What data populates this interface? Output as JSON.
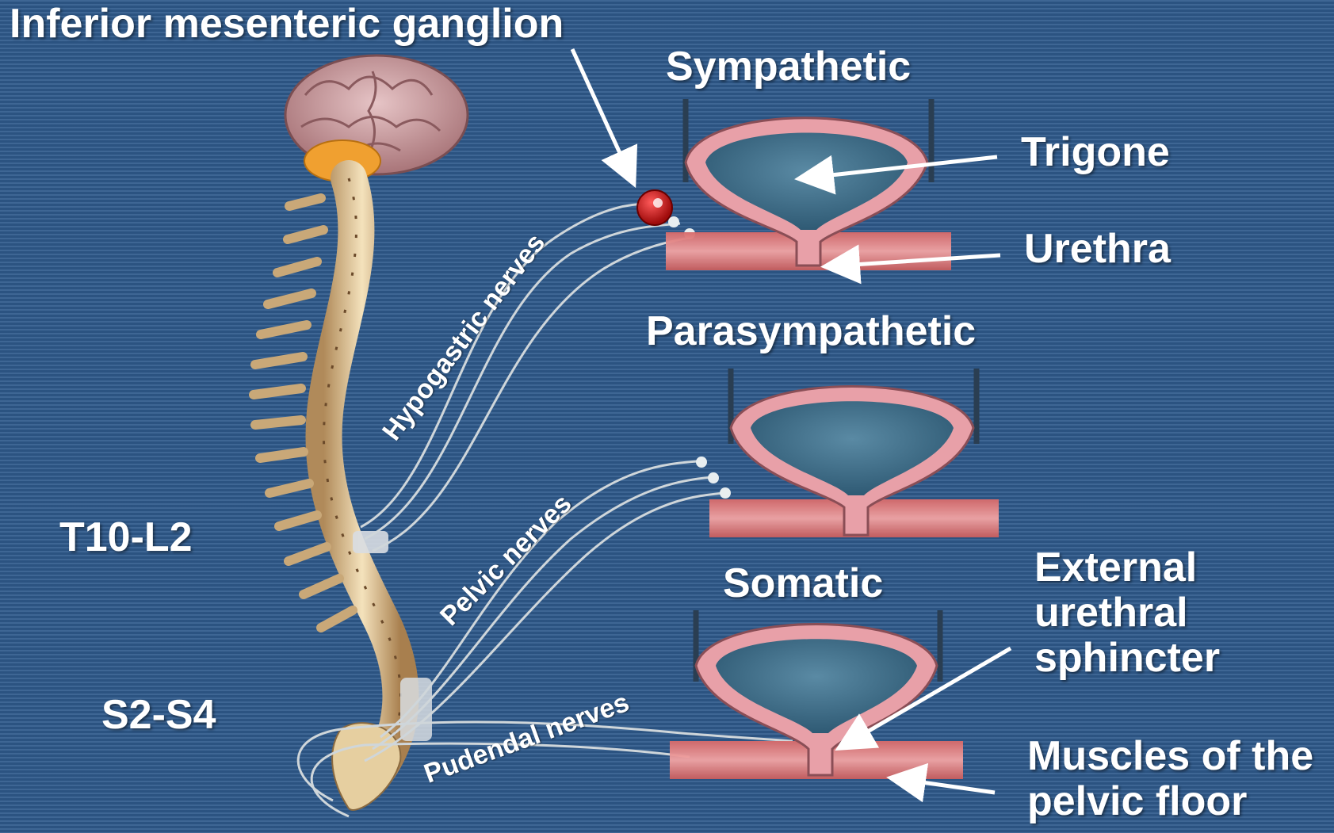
{
  "labels": {
    "ganglion": "Inferior mesenteric ganglion",
    "sympathetic": "Sympathetic",
    "parasympathetic": "Parasympathetic",
    "somatic": "Somatic",
    "trigone": "Trigone",
    "urethra": "Urethra",
    "external_sphincter": [
      "External",
      "urethral",
      "sphincter"
    ],
    "pelvic_floor": [
      "Muscles of the",
      "pelvic floor"
    ],
    "t10_l2": "T10-L2",
    "s2_s4": "S2-S4",
    "hypogastric": "Hypogastric nerves",
    "pelvic": "Pelvic nerves",
    "pudendal": "Pudendal nerves"
  },
  "colors": {
    "background": "#2f5a8c",
    "text": "#ffffff",
    "ganglion": "#c81414",
    "bladder_wall": "#e8a0a8",
    "bladder_lumen": "#3f6d8a",
    "muscle": "#e07878",
    "bone": "#e8d2a6",
    "brain": "#c89aa0",
    "cerebellum": "#f0a030",
    "nerve": "#cfd6da"
  },
  "icons": [
    "brain-icon",
    "spinal-column-icon",
    "bladder-icon",
    "ganglion-icon"
  ]
}
